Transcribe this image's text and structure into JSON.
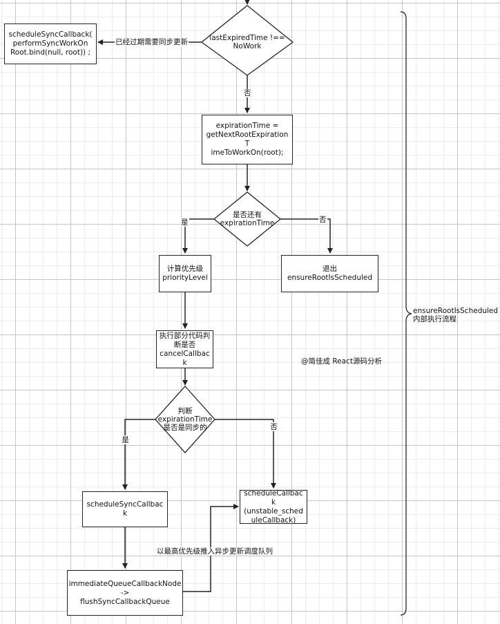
{
  "nodes": {
    "check_expired": "lastExpiredTime !==\nNoWork",
    "schedule_sync_perform": "scheduleSyncCallback(\nperformSyncWorkOn\nRoot.bind(null, root)) ;",
    "expiration_time": "expirationTime =\ngetNextRootExpirationT\nimeToWorkOn(root);",
    "has_expiration": "是否还有\nexpirationTime",
    "priority_level": "计算优先级\npriorityLevel",
    "exit_ensure": "退出\nensureRootIsScheduled",
    "cancel_callback": "执行部分代码判\n断是否\ncancelCallback",
    "is_sync": "判断\nexpirationTime\n是否是同步的",
    "schedule_sync": "scheduleSyncCallback",
    "schedule_callback": "scheduleCallback\n(unstable_sched\nuleCallback)",
    "immediate_queue": "immediateQueueCallbackNode\n->\nflushSyncCallbackQueue"
  },
  "edges": {
    "expired_label": "已经过期需要同步更新",
    "no_1": "否",
    "yes_1": "是",
    "no_2": "否",
    "yes_2": "是",
    "no_3": "否",
    "async_label": "以最高优先级推入异步更新调度队列"
  },
  "brace_label": "ensureRootIsScheduled\n内部执行流程",
  "watermark": "@简佳成 React源码分析"
}
